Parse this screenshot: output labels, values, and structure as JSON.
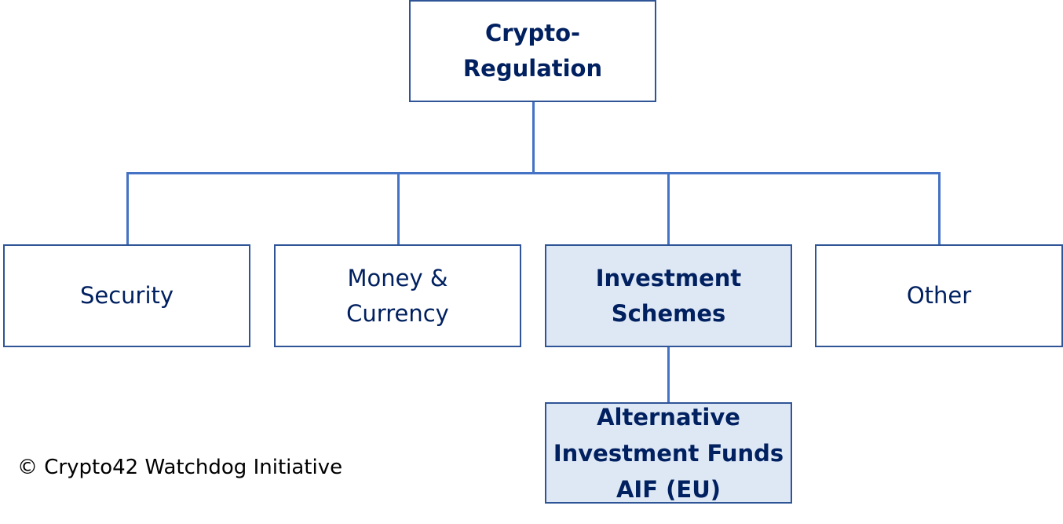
{
  "root": {
    "label": "Crypto-Regulation",
    "line1": "Crypto-",
    "line2": "Regulation"
  },
  "categories": [
    {
      "label": "Security"
    },
    {
      "line1": "Money &",
      "line2": "Currency"
    },
    {
      "line1": "Investment",
      "line2": "Schemes"
    },
    {
      "label": "Other"
    }
  ],
  "sub": {
    "line1": "Alternative",
    "line2": "Investment Funds",
    "line3": "AIF (EU)"
  },
  "copyright": "© Crypto42 Watchdog Initiative",
  "colors": {
    "border": "#2f5597",
    "connector": "#4472c4",
    "highlight_fill": "#dee8f5",
    "text": "#002060"
  }
}
